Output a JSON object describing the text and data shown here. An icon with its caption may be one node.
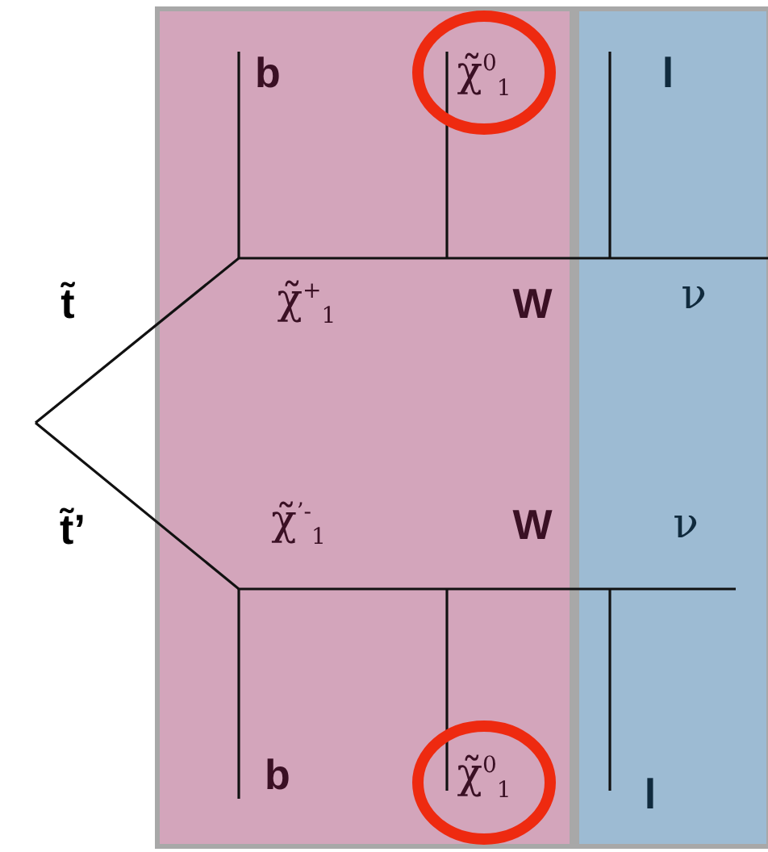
{
  "diagram": {
    "nodes": [
      {
        "text": [
          "b",
          "χ̃$^{0}$$_{1}$",
          "χ̃$^{+}$$_{1}$",
          "W",
          "χ̃$^{’-}$$_{1}$",
          "W",
          "b",
          "χ̃$^{0}$$_{1}$"
        ]
      },
      {
        "text": [
          "l",
          "ν",
          "ν",
          "l"
        ]
      }
    ],
    "labels": [
      "t̃",
      "t̃’"
    ]
  }
}
